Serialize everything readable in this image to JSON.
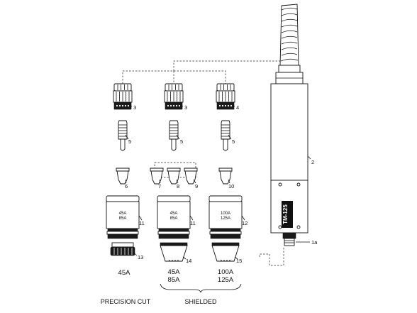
{
  "labels": {
    "holder_a": "3",
    "holder_b": "3",
    "holder_c": "4",
    "electrode_a": "5",
    "electrode_b": "5",
    "electrode_c": "5",
    "tip_6": "6",
    "tip_7": "7",
    "tip_8": "8",
    "tip_9": "9",
    "tip_10": "10",
    "cap_a": "11",
    "cap_b": "11",
    "cap_c": "12",
    "deflector_13": "13",
    "shield_14": "14",
    "shield_15": "15",
    "torch_body": "2",
    "torch_connector": "1a"
  },
  "cap_a_rating": [
    "45A",
    "85A"
  ],
  "cap_b_rating": [
    "45A",
    "85A"
  ],
  "cap_c_rating": [
    "100A",
    "125A"
  ],
  "torch_label": "TM-125",
  "captions": {
    "precision": [
      "45A"
    ],
    "shielded_a": [
      "45A",
      "85A"
    ],
    "shielded_b": [
      "100A",
      "125A"
    ]
  },
  "sections": {
    "precision_cut": "PRECISION CUT",
    "shielded": "SHIELDED"
  }
}
